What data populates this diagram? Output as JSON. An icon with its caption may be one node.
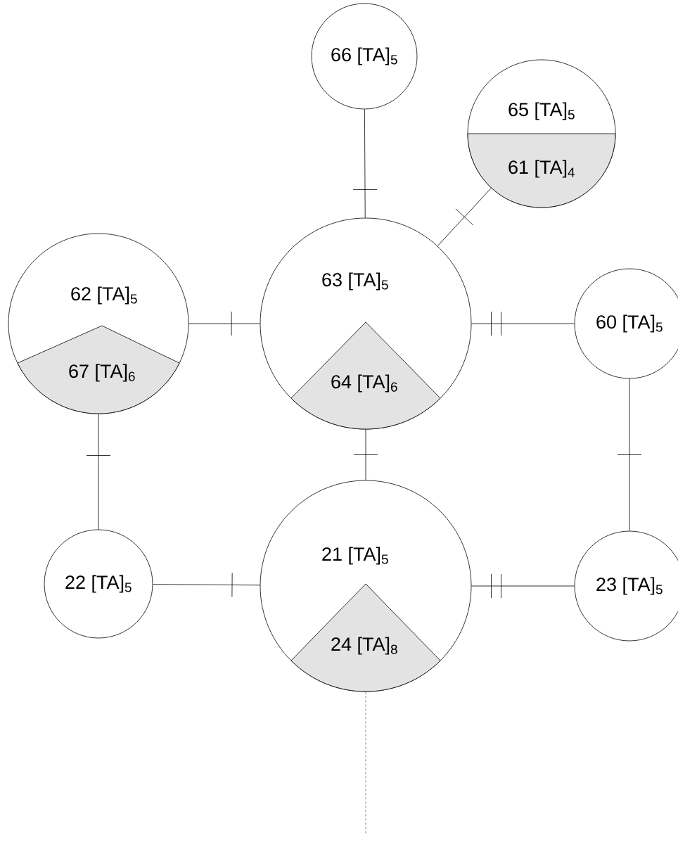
{
  "diagram": {
    "nodes": [
      {
        "text": [
          "66 [TA]$_{5}$"
        ]
      },
      {
        "text": [
          "65 [TA]$_{5}$"
        ]
      },
      {
        "text": [
          "61 [TA]$_{4}$"
        ],
        "in": 1
      },
      {
        "text": [
          "62 [TA]$_{5}$"
        ]
      },
      {
        "text": [
          "67 [TA]$_{6}$"
        ],
        "in": 3
      },
      {
        "text": [
          "63 [TA]$_{5}$"
        ]
      },
      {
        "text": [
          "64 [TA]$_{6}$"
        ],
        "in": 5
      },
      {
        "text": [
          "60 [TA]$_{5}$"
        ]
      },
      {
        "text": [
          "22 [TA]$_{5}$"
        ]
      },
      {
        "text": [
          "21 [TA]$_{5}$"
        ]
      },
      {
        "text": [
          "24 [TA]$_{8}$"
        ],
        "in": 9
      },
      {
        "text": [
          "23 [TA]$_{5}$"
        ]
      }
    ],
    "edges": [
      {
        "from": 0,
        "to": 5,
        "arrow": "none"
      },
      {
        "from": 1,
        "to": 5,
        "arrow": "none"
      },
      {
        "from": 3,
        "to": 5,
        "arrow": "none"
      },
      {
        "from": 5,
        "to": 7,
        "arrow": "none"
      },
      {
        "from": 3,
        "to": 8,
        "arrow": "none"
      },
      {
        "from": 5,
        "to": 9,
        "arrow": "none"
      },
      {
        "from": 7,
        "to": 11,
        "arrow": "none"
      },
      {
        "from": 8,
        "to": 9,
        "arrow": "none"
      },
      {
        "from": 9,
        "to": 11,
        "arrow": "none"
      },
      {
        "from": 9,
        "to": null,
        "arrow": "none",
        "style": "dashed"
      }
    ]
  }
}
